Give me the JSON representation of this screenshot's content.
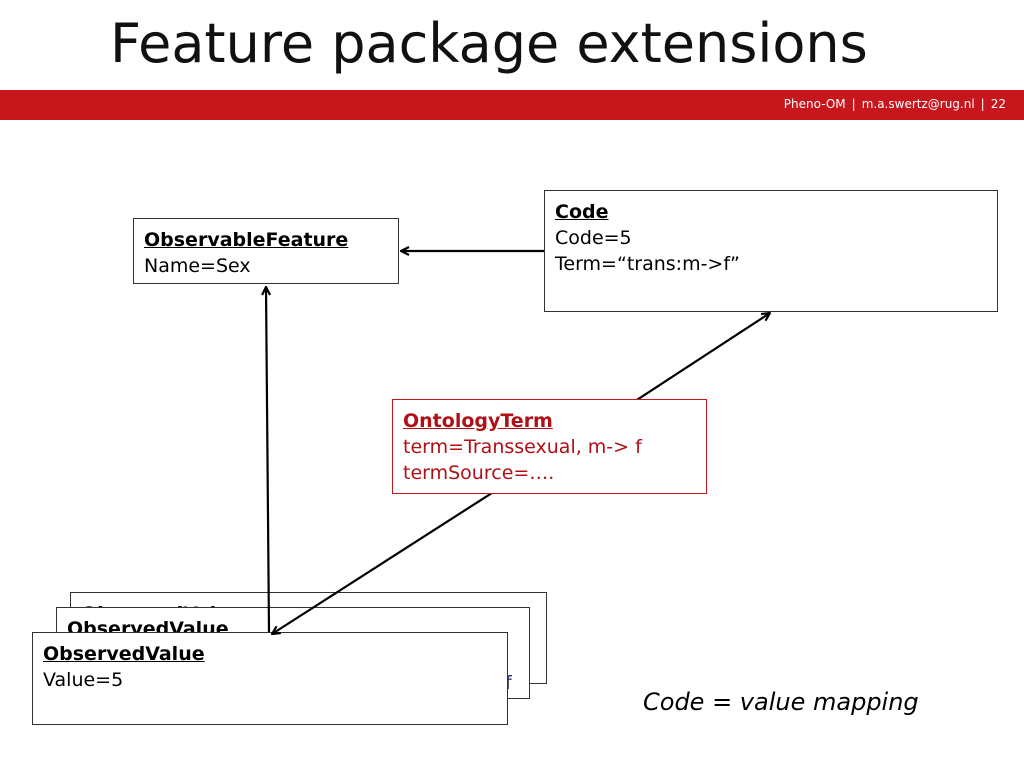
{
  "slide": {
    "title": "Feature package extensions",
    "footer": {
      "source": "Pheno-OM",
      "email": "m.a.swertz@rug.nl",
      "page": "22"
    }
  },
  "diagram": {
    "observable_feature": {
      "header": "ObservableFeature",
      "lines": [
        "Name=Sex"
      ]
    },
    "code": {
      "header": "Code",
      "lines": [
        "Code=5",
        "Term=“trans:m->f”"
      ]
    },
    "ontology_term": {
      "header": "OntologyTerm",
      "lines": [
        "term=Transsexual, m-> f",
        "termSource=…."
      ]
    },
    "observed_value_back2": {
      "header": "ObservedValue"
    },
    "observed_value_back1": {
      "header": "ObservedValue",
      "tail": "f"
    },
    "observed_value_front": {
      "header": "ObservedValue",
      "lines": [
        "Value=5"
      ]
    },
    "caption": "Code = value mapping"
  }
}
